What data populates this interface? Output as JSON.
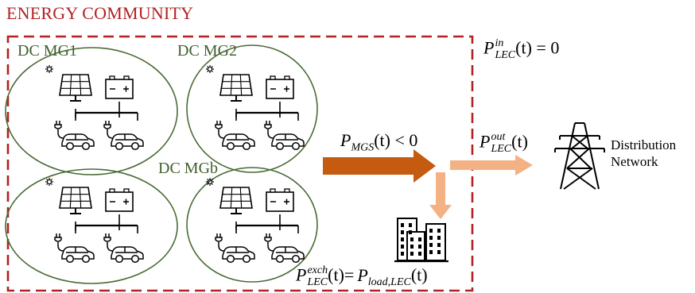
{
  "title": "ENERGY COMMUNITY",
  "microgrids": [
    {
      "label": "DC MG1"
    },
    {
      "label": "DC MG2"
    },
    {
      "label": "DC MGb"
    }
  ],
  "equations": {
    "p_lec_in": {
      "symbol": "P",
      "sup": "in",
      "sub": "LEC",
      "rest": "(t) = 0"
    },
    "p_mgs": {
      "symbol": "P",
      "sub": "MGS",
      "rest": "(t) < 0"
    },
    "p_lec_out": {
      "symbol": "P",
      "sup": "out",
      "sub": "LEC",
      "rest": "(t)"
    },
    "p_lec_exch": {
      "symbol": "P",
      "sup": "exch",
      "sub": "LEC",
      "rest": "(t)=",
      "rhs_symbol": "P",
      "rhs_sub": "load,LEC",
      "rhs_rest": "(t)"
    }
  },
  "distribution": {
    "line1": "Distribution",
    "line2": "Network"
  },
  "colors": {
    "title": "#b22222",
    "border": "#b22222",
    "ellipse": "#4a6b35",
    "mg_label": "#3f5f2a",
    "main_arrow": "#c55a11",
    "light_arrow": "#f4b183"
  },
  "icons": [
    "solar-panel-icon",
    "sun-icon",
    "battery-icon",
    "ev-charger-car-icon",
    "transmission-tower-icon",
    "buildings-icon"
  ]
}
